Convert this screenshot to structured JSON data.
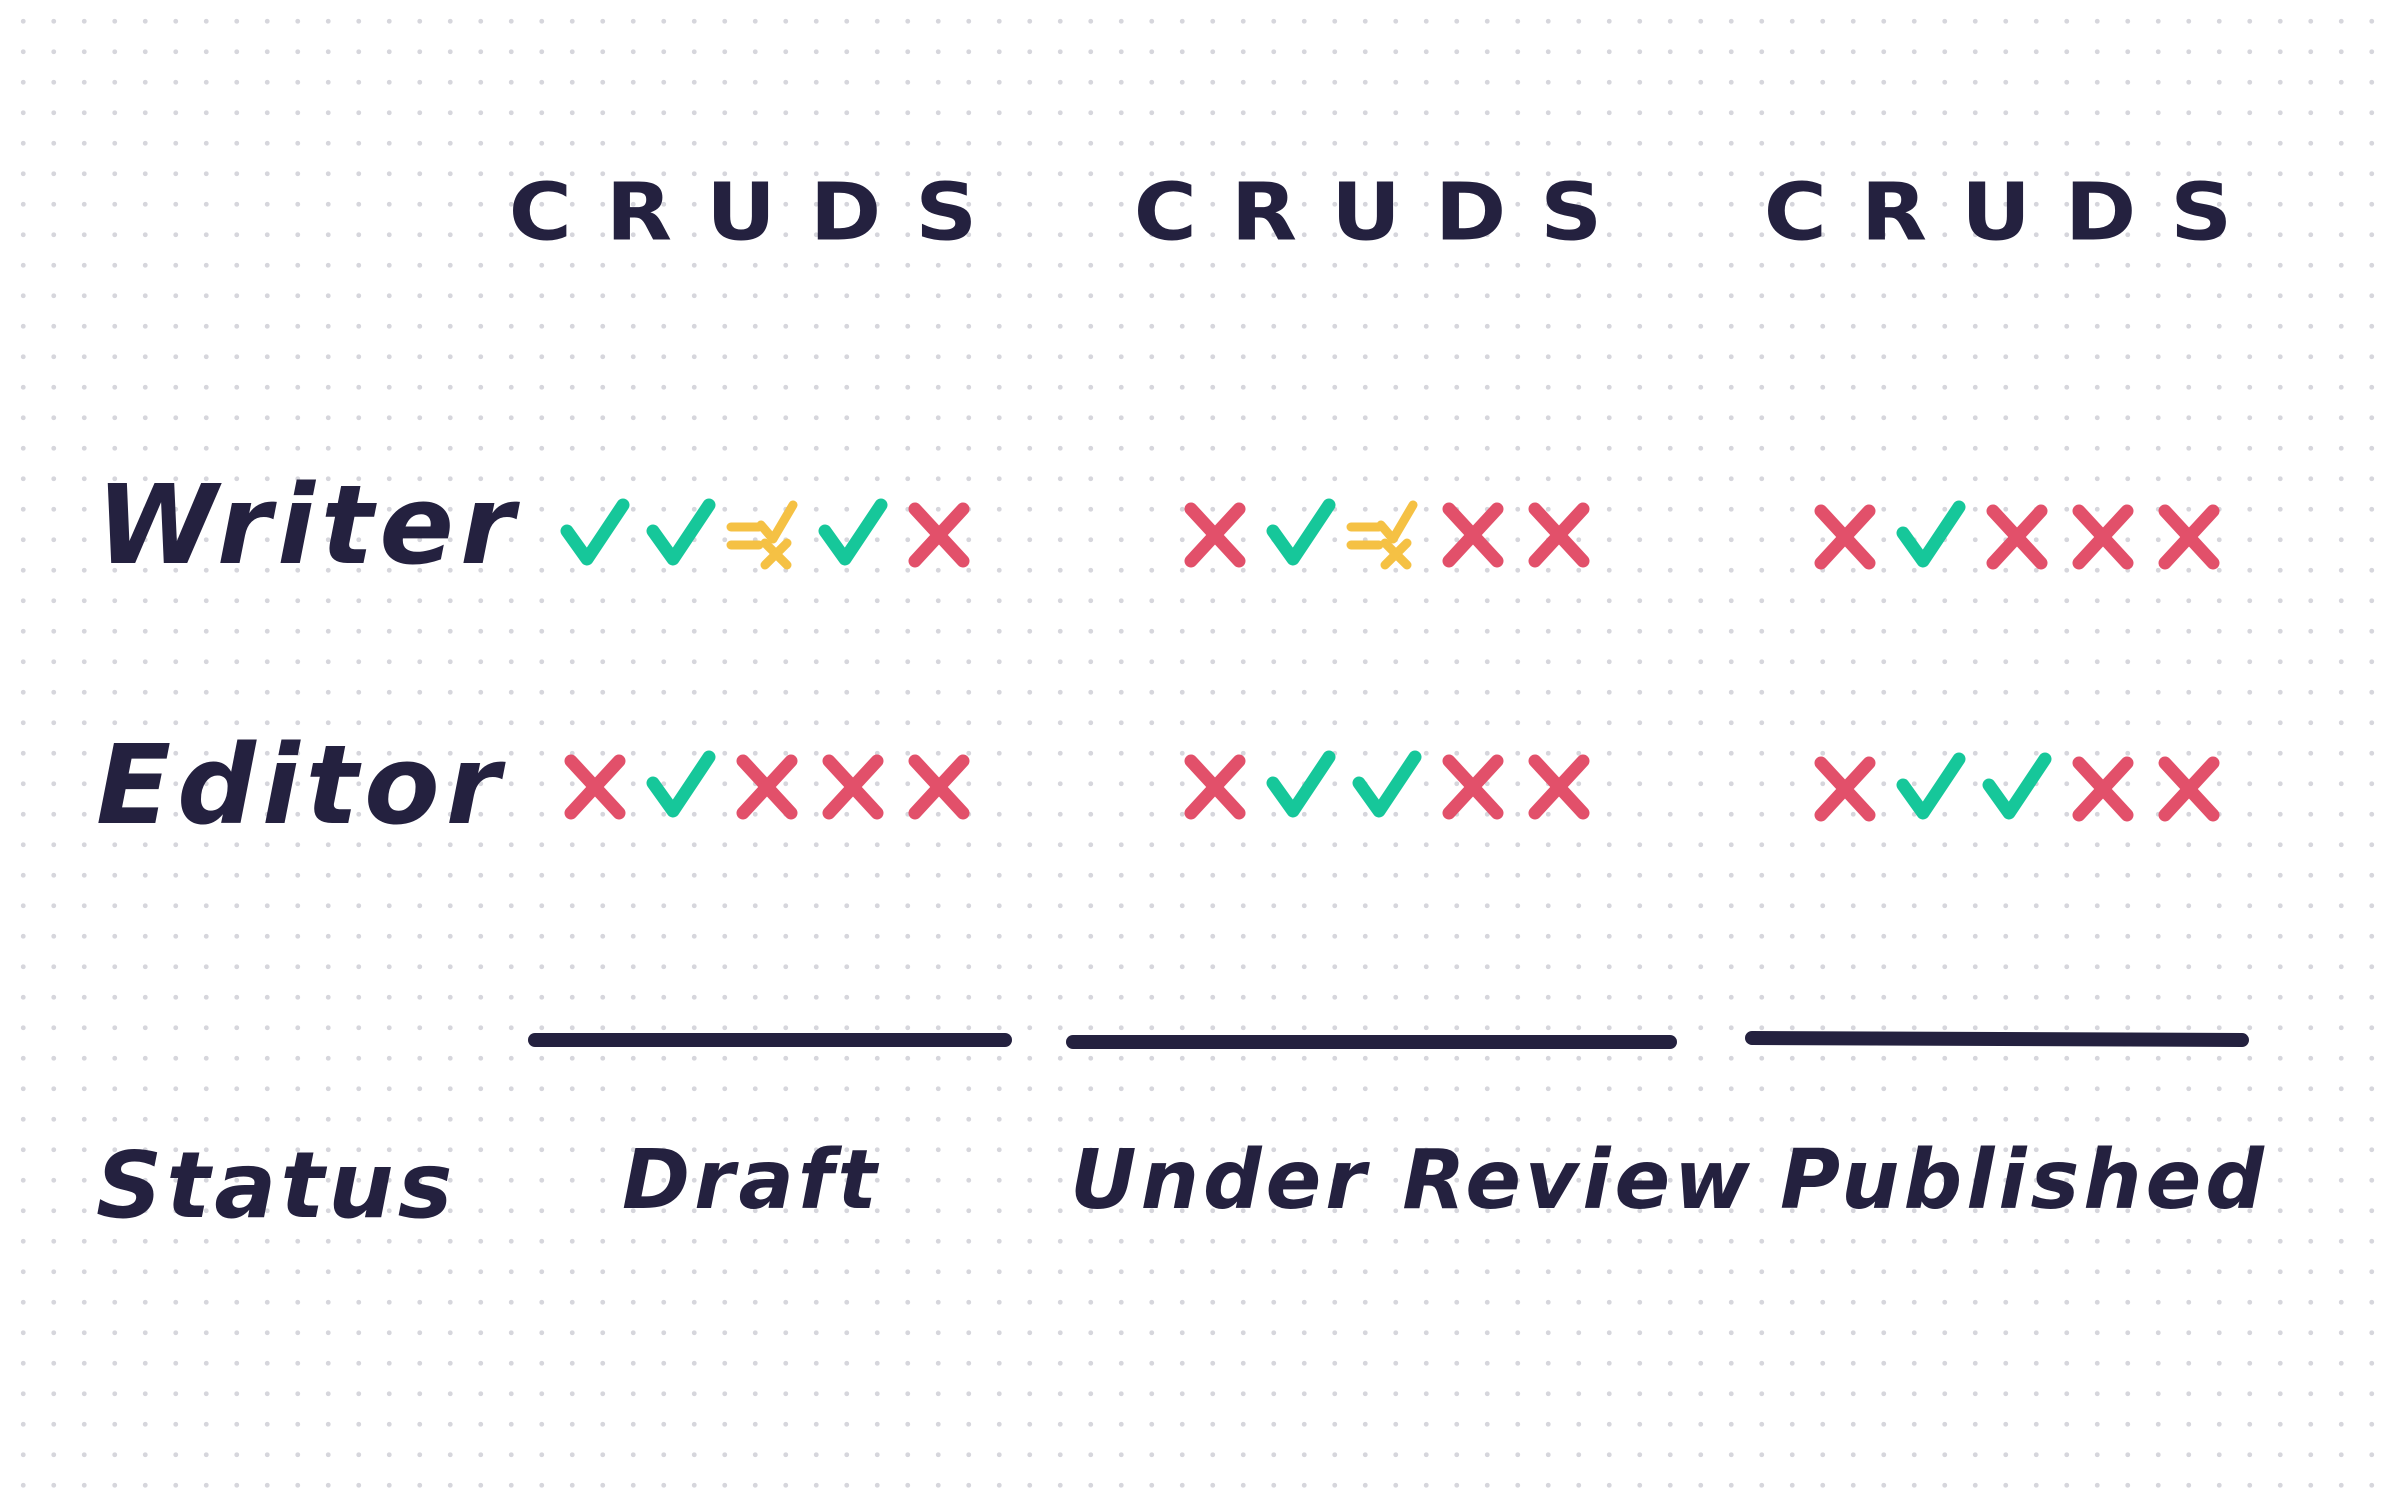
{
  "colors": {
    "ink": "#24213f",
    "allow": "#16c79a",
    "deny": "#e2506a",
    "partial": "#f5c144",
    "dot": "#d6d6dc"
  },
  "columns": [
    {
      "header": "CRUDS",
      "status": "Draft",
      "writer": [
        "check",
        "check",
        "partial",
        "check",
        "cross"
      ],
      "editor": [
        "cross",
        "check",
        "cross",
        "cross",
        "cross"
      ]
    },
    {
      "header": "CRUDS",
      "status": "Under Review",
      "writer": [
        "cross",
        "check",
        "partial",
        "cross",
        "cross"
      ],
      "editor": [
        "cross",
        "check",
        "check",
        "cross",
        "cross"
      ]
    },
    {
      "header": "CRUDS",
      "status": "Published",
      "writer": [
        "cross",
        "check",
        "cross",
        "cross",
        "cross"
      ],
      "editor": [
        "cross",
        "check",
        "check",
        "cross",
        "cross"
      ]
    }
  ],
  "rows": {
    "writer_label": "Writer",
    "editor_label": "Editor",
    "status_label": "Status"
  }
}
